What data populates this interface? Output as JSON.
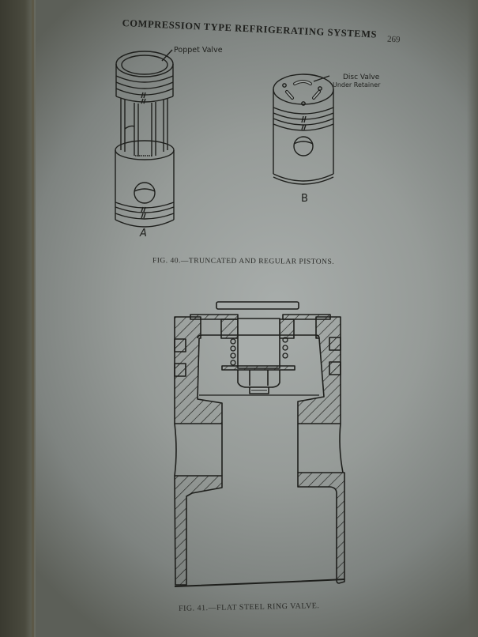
{
  "page": {
    "running_header": "COMPRESSION TYPE REFRIGERATING SYSTEMS",
    "page_number": "269"
  },
  "figure_40": {
    "caption": "FIG. 40.—TRUNCATED AND REGULAR PISTONS.",
    "piston_a": {
      "label": "A",
      "callout": "Poppet Valve"
    },
    "piston_b": {
      "label": "B",
      "callout_line1": "Disc Valve",
      "callout_line2": "Under Retainer"
    }
  },
  "figure_41": {
    "caption": "FIG. 41.—FLAT STEEL RING VALVE."
  },
  "colors": {
    "paper": "#a8adab",
    "ink": "#1e1f1c",
    "background": "#3e3f36"
  }
}
